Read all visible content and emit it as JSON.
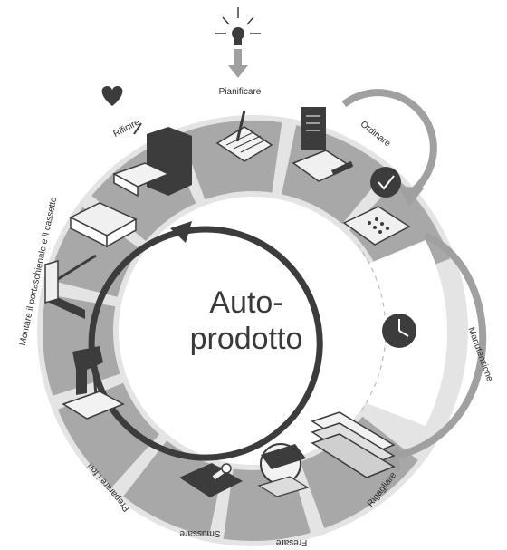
{
  "center": {
    "line1": "Auto-",
    "line2": "prodotto"
  },
  "steps": [
    {
      "label": "Pianificare",
      "icon": "hand-writing-on-paper-icon"
    },
    {
      "label": "Ordinare",
      "icon": "invoice-calculator-icon"
    },
    {
      "label": "",
      "icon": "calculator-ok-icon"
    },
    {
      "label": "Manutenzione",
      "icon": "clock-icon"
    },
    {
      "label": "Rigagliare",
      "icon": "wood-panels-stack-icon"
    },
    {
      "label": "Fresare",
      "icon": "circular-saw-icon"
    },
    {
      "label": "Smussare",
      "icon": "edge-banding-icon"
    },
    {
      "label": "Preparare i fori",
      "icon": "drill-icon"
    },
    {
      "label": "Montare il portaschienale e il cassetto",
      "icon": "assembly-icon"
    },
    {
      "label": "Rifinire",
      "icon": "cabinet-drawer-icon"
    }
  ],
  "colors": {
    "ring": "#e4e4e4",
    "segment": "#a8a8a8",
    "dark": "#3c3c3c",
    "arrow": "#9e9e9e"
  }
}
